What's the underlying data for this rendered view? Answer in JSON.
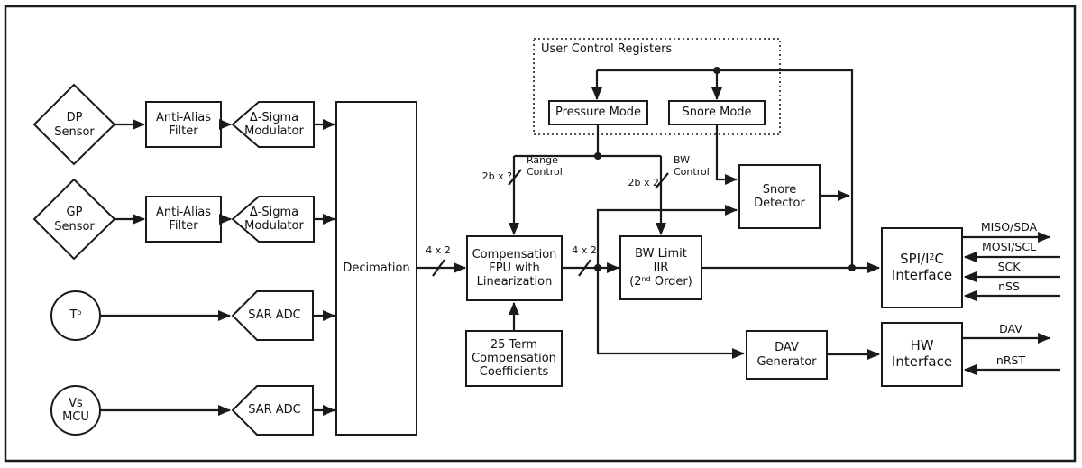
{
  "diagram": {
    "sources": {
      "dp": "DP\nSensor",
      "gp": "GP\nSensor",
      "temp_base": "T",
      "temp_sup": "o",
      "vs": "Vs\nMCU"
    },
    "blocks": {
      "anti_alias": "Anti-Alias\nFilter",
      "delta_sigma": "Δ-Sigma\nModulator",
      "sar_adc": "SAR ADC",
      "decimation": "Decimation",
      "comp_fpu": "Compensation\nFPU with\nLinearization",
      "coefficients": "25 Term\nCompensation\nCoefficients",
      "bw_line1": "BW Limit",
      "bw_line2": "IIR",
      "bw_line3_pre": "(2",
      "bw_line3_sup": "nd",
      "bw_line3_post": " Order)",
      "snore_detector": "Snore\nDetector",
      "dav_generator": "DAV\nGenerator",
      "spi_pre": "SPI/I",
      "spi_sup": "2",
      "spi_post": "C",
      "spi_line2": "Interface",
      "hw_interface": "HW\nInterface"
    },
    "registers": {
      "title": "User Control Registers",
      "pressure_mode": "Pressure Mode",
      "snore_mode": "Snore Mode"
    },
    "bus_labels": {
      "range_bits": "2b x ?",
      "range_name": "Range\nControl",
      "bw_bits": "2b x 2",
      "bw_name": "BW\nControl",
      "dec_out": "4 x 2",
      "fpu_out": "4 x 2"
    },
    "signals": {
      "miso": "MISO/SDA",
      "mosi": "MOSI/SCL",
      "sck": "SCK",
      "nss": "nSS",
      "dav": "DAV",
      "nrst": "nRST"
    },
    "colors": {
      "line": "#1a1a1a",
      "background": "#ffffff"
    }
  }
}
